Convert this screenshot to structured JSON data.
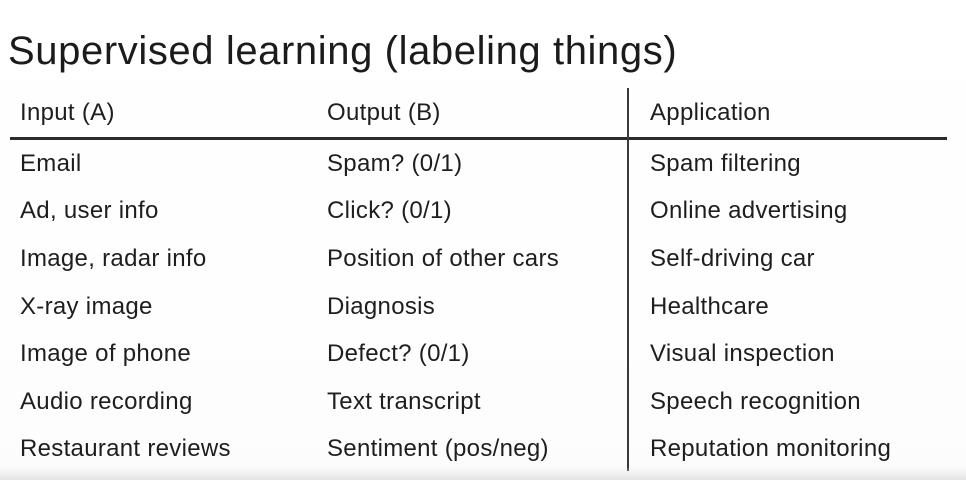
{
  "title": "Supervised learning (labeling things)",
  "table": {
    "headers": [
      "Input (A)",
      "Output (B)",
      "Application"
    ],
    "rows": [
      [
        "Email",
        "Spam? (0/1)",
        "Spam filtering"
      ],
      [
        "Ad, user info",
        "Click? (0/1)",
        "Online advertising"
      ],
      [
        "Image, radar info",
        "Position of other cars",
        "Self-driving car"
      ],
      [
        "X-ray image",
        "Diagnosis",
        "Healthcare"
      ],
      [
        "Image of phone",
        "Defect? (0/1)",
        "Visual inspection"
      ],
      [
        "Audio recording",
        "Text transcript",
        "Speech recognition"
      ],
      [
        "Restaurant reviews",
        "Sentiment (pos/neg)",
        "Reputation monitoring"
      ]
    ]
  },
  "colors": {
    "text": "#1c1c1c",
    "rule": "#2b2b2b",
    "divider": "#3a3a3a",
    "background": "#fdfdfd"
  }
}
